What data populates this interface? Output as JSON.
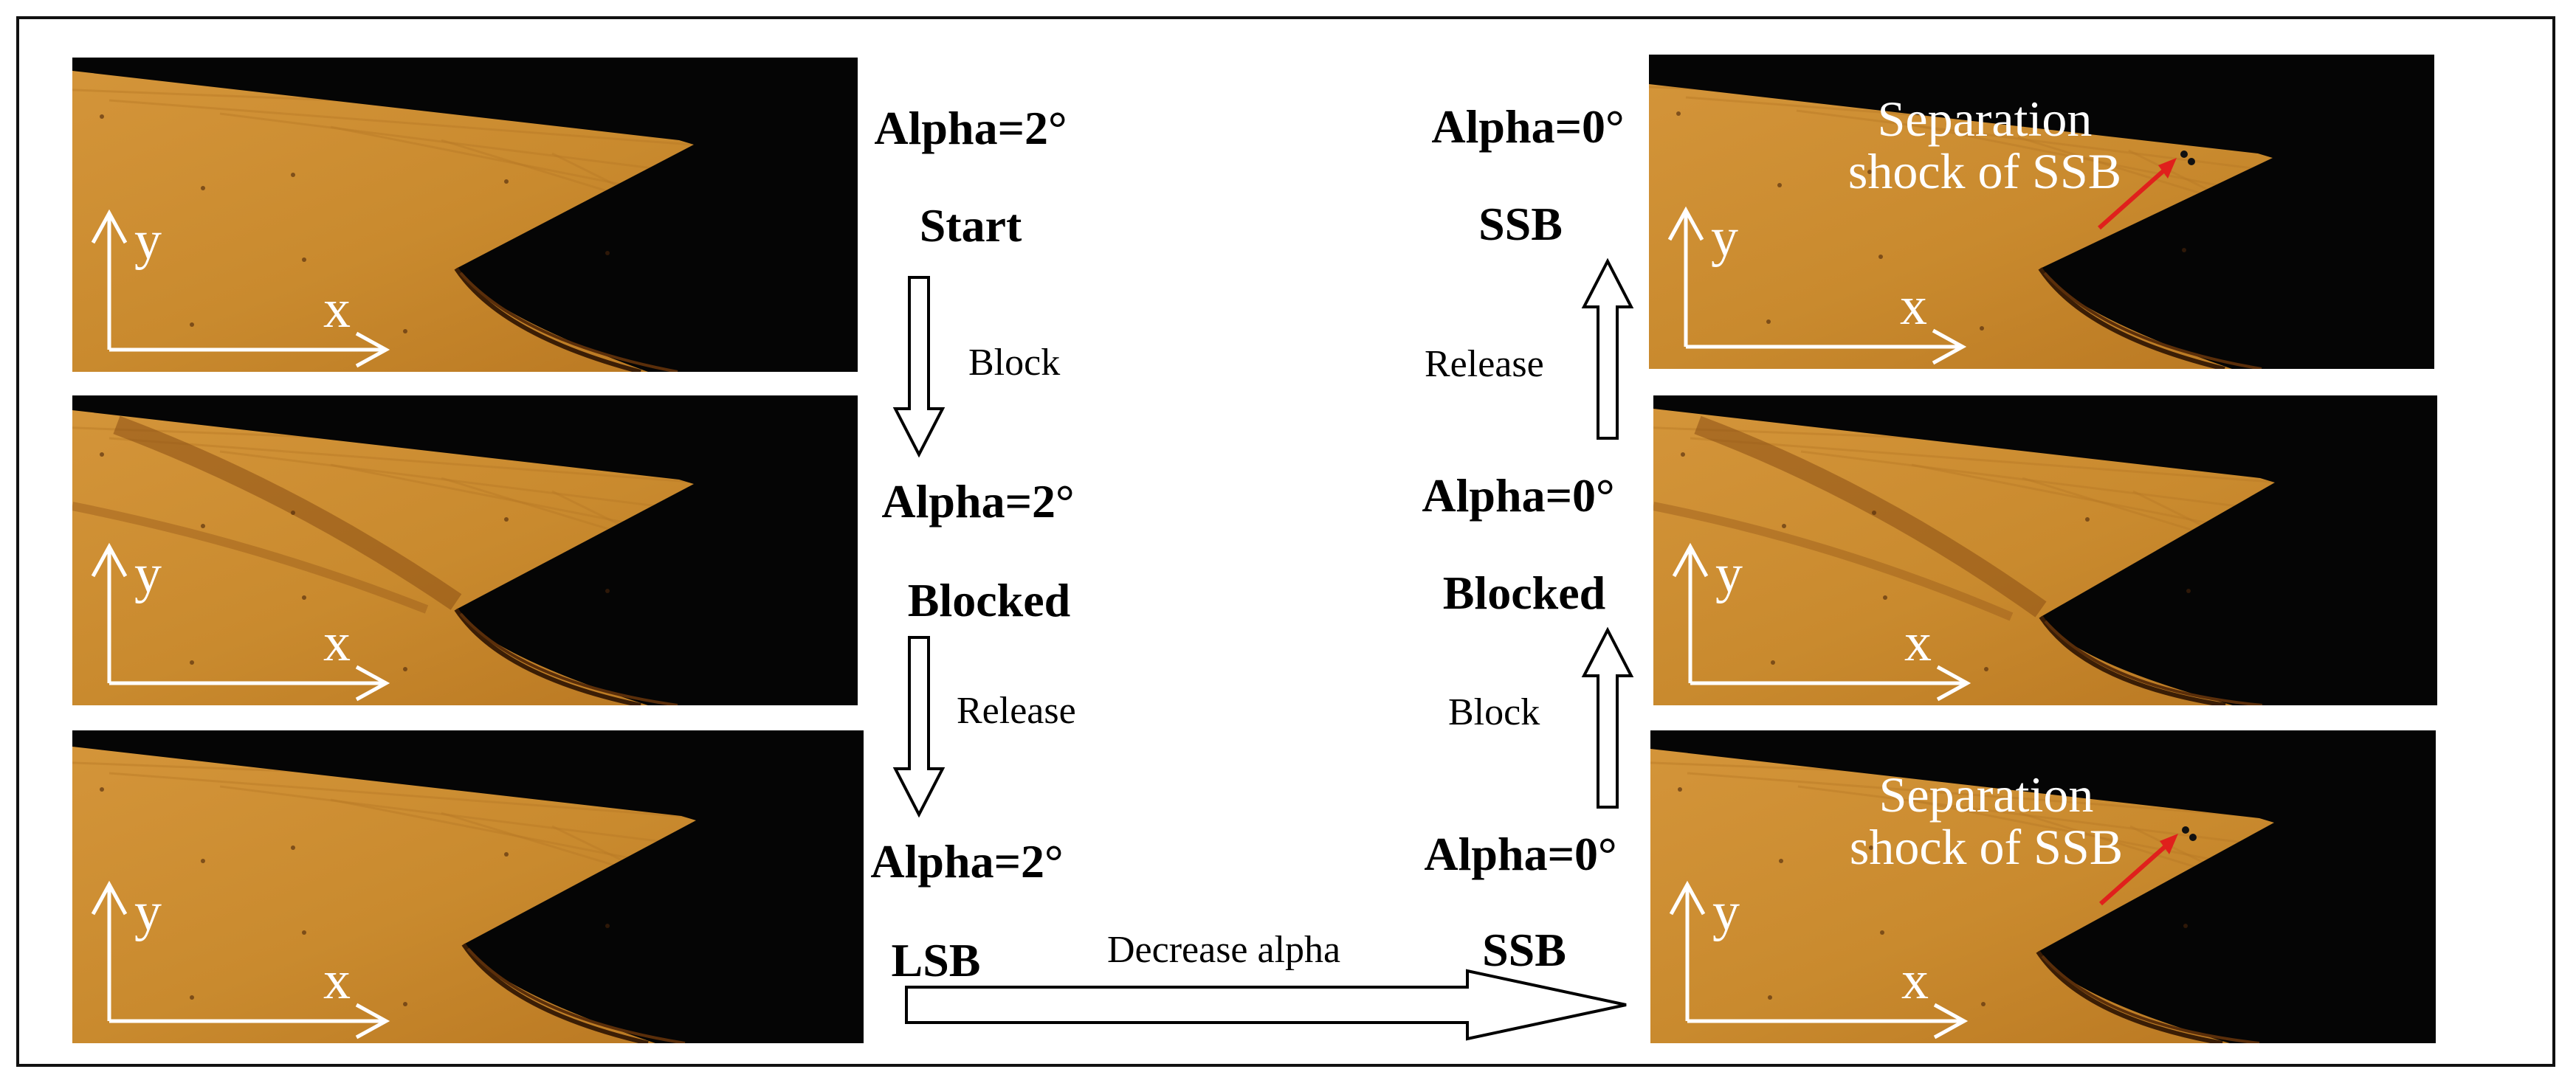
{
  "panels_left": [
    {
      "name": "alpha2-start",
      "state_label": "Alpha=2°",
      "condition_label": "Start"
    },
    {
      "name": "alpha2-blocked",
      "state_label": "Alpha=2°",
      "condition_label": "Blocked"
    },
    {
      "name": "alpha2-lsb",
      "state_label": "Alpha=2°",
      "condition_label": "LSB"
    }
  ],
  "panels_right": [
    {
      "name": "alpha0-ssb-top",
      "state_label": "Alpha=0°",
      "condition_label": "SSB",
      "annotation": "Separation shock of SSB"
    },
    {
      "name": "alpha0-blocked",
      "state_label": "Alpha=0°",
      "condition_label": "Blocked"
    },
    {
      "name": "alpha0-ssb-bottom",
      "state_label": "Alpha=0°",
      "condition_label": "SSB",
      "annotation": "Separation shock of SSB"
    }
  ],
  "axes": {
    "x": "x",
    "y": "y"
  },
  "flow": {
    "left_block": "Block",
    "left_release": "Release",
    "bottom": "Decrease alpha",
    "right_block": "Block",
    "right_release": "Release"
  },
  "colors": {
    "schlieren_orange": "#c98a2e",
    "model_black": "#050505",
    "annotation_arrow": "#e0201c",
    "axis_white": "#ffffff"
  }
}
